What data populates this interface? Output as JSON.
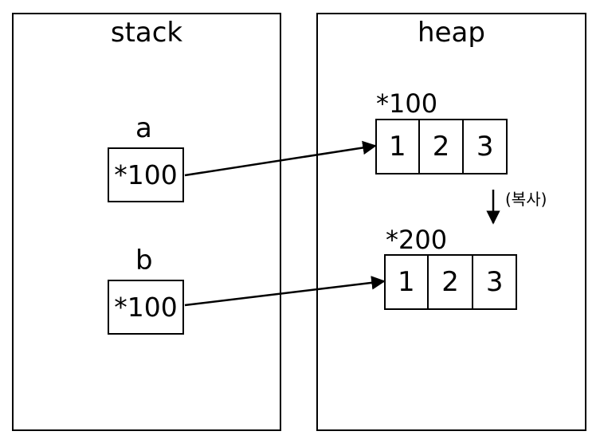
{
  "stack": {
    "title": "stack",
    "vars": [
      {
        "name": "a",
        "value": "*100"
      },
      {
        "name": "b",
        "value": "*100"
      }
    ]
  },
  "heap": {
    "title": "heap",
    "arrays": [
      {
        "address": "*100",
        "cells": [
          "1",
          "2",
          "3"
        ]
      },
      {
        "address": "*200",
        "cells": [
          "1",
          "2",
          "3"
        ]
      }
    ],
    "copy_note": "(복사)"
  }
}
